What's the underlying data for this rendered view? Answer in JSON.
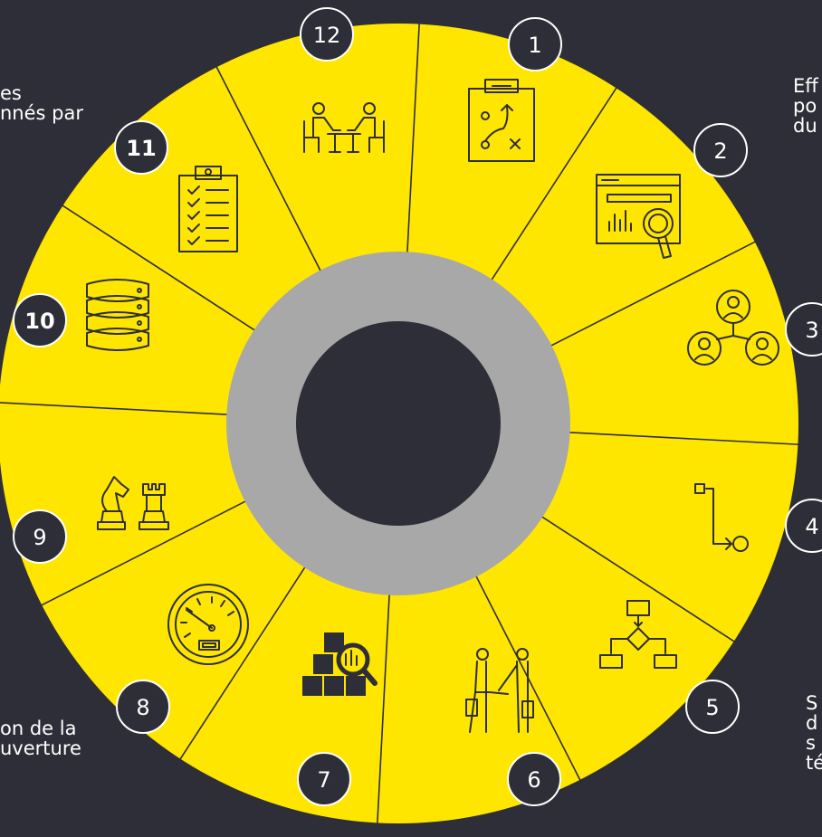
{
  "colors": {
    "background": "#2e2e38",
    "segment_fill": "#ffe600",
    "divider": "#2e2e38",
    "inner_ring": "#a8a8a8",
    "center": "#2e2e38",
    "badge_fill": "#2e2e38",
    "badge_stroke": "#ffffff",
    "icon_stroke": "#2e2e38",
    "text": "#ffffff"
  },
  "segments": [
    {
      "number": "1",
      "icon": "strategy-clipboard-icon",
      "bold": false
    },
    {
      "number": "2",
      "icon": "web-analytics-magnifier-icon",
      "bold": false
    },
    {
      "number": "3",
      "icon": "people-network-icon",
      "bold": false
    },
    {
      "number": "4",
      "icon": "process-flow-arrow-icon",
      "bold": false
    },
    {
      "number": "5",
      "icon": "flowchart-icon",
      "bold": false
    },
    {
      "number": "6",
      "icon": "handshake-icon",
      "bold": false
    },
    {
      "number": "7",
      "icon": "boxes-search-icon",
      "bold": false
    },
    {
      "number": "8",
      "icon": "speedometer-icon",
      "bold": false
    },
    {
      "number": "9",
      "icon": "chess-pieces-icon",
      "bold": false
    },
    {
      "number": "10",
      "icon": "database-icon",
      "bold": true
    },
    {
      "number": "11",
      "icon": "checklist-clipboard-icon",
      "bold": true
    },
    {
      "number": "12",
      "icon": "meeting-table-icon",
      "bold": false
    }
  ],
  "side_texts": {
    "top_left": "es\nnnés par",
    "top_right": "Eff\npo\ndu",
    "bottom_left": "on de la\nuverture",
    "bottom_right": "S\nd\ns\nté"
  }
}
